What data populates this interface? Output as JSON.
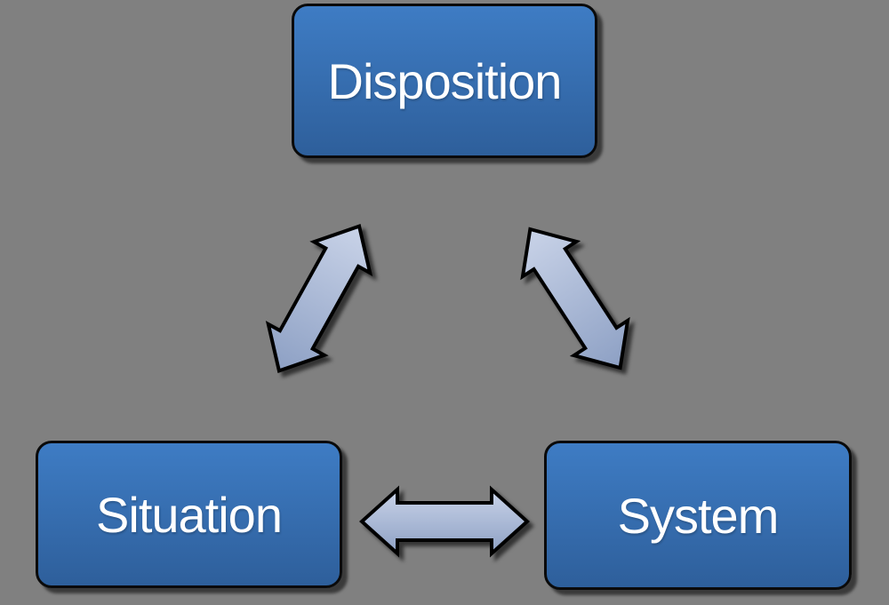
{
  "background_color": "#808080",
  "diagram": {
    "nodes": [
      {
        "id": "disposition",
        "label": "Disposition"
      },
      {
        "id": "situation",
        "label": "Situation"
      },
      {
        "id": "system",
        "label": "System"
      }
    ],
    "connectors": [
      {
        "from": "disposition",
        "to": "situation",
        "style": "double-headed-arrow"
      },
      {
        "from": "disposition",
        "to": "system",
        "style": "double-headed-arrow"
      },
      {
        "from": "situation",
        "to": "system",
        "style": "double-headed-arrow"
      }
    ],
    "colors": {
      "background": "#808080",
      "node_top": "#3e7cc4",
      "node_bottom": "#2e5f9b",
      "node_border": "#0a0a0a",
      "node_text": "#ffffff",
      "arrow_light": "#c9d3e8",
      "arrow_dark": "#8da0c4",
      "arrow_border": "#000000"
    }
  }
}
